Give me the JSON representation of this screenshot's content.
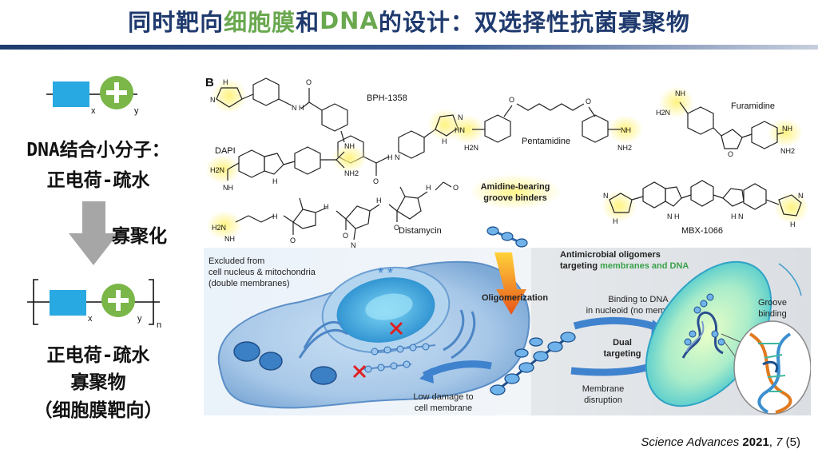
{
  "slide": {
    "title_pre": "同时靶向",
    "title_hl1": "细胞膜",
    "title_mid": "和",
    "title_hl2": "DNA",
    "title_post": "的设计：双选择性抗菌寡聚物"
  },
  "left": {
    "subscript_x": "x",
    "subscript_y": "y",
    "subscript_n": "n",
    "line1": "DNA结合小分子：",
    "line2": "正电荷-疏水",
    "arrow_label": "寡聚化",
    "line3": "正电荷-疏水",
    "line4": "寡聚物",
    "line5": "（细胞膜靶向）"
  },
  "figure": {
    "panel_label": "B",
    "compounds": {
      "bph": "BPH-1358",
      "pentamidine": "Pentamidine",
      "furamidine": "Furamidine",
      "dapi": "DAPI",
      "distamycin": "Distamycin",
      "mbx": "MBX-1066"
    },
    "atoms": {
      "h": "H",
      "hn": "HN",
      "nh": "NH",
      "nh2": "NH2",
      "h2n": "H2N",
      "n": "N",
      "o": "O",
      "n_h": "N H",
      "h_n": "H N"
    },
    "groove_binders": [
      "Amidine-bearing",
      "groove binders"
    ],
    "oligomerization": "Oligomerization",
    "excluded": [
      "Excluded from",
      "cell nucleus & mitochondria",
      "(double membranes)"
    ],
    "antimicrobial": {
      "line1": "Antimicrobial oligomers",
      "line2_pre": "targeting ",
      "line2_hl": "membranes and DNA"
    },
    "binding": [
      "Binding to DNA",
      "in nucleoid (no membrane)"
    ],
    "dual": [
      "Dual",
      "targeting"
    ],
    "groove": [
      "Groove",
      "binding"
    ],
    "low_damage": [
      "Low damage to",
      "cell membrane"
    ],
    "membrane": [
      "Membrane",
      "disruption"
    ],
    "asterisks": "* *"
  },
  "citation": {
    "journal": "Science Advances",
    "year": "2021",
    "vol": "7",
    "issue": "(5)"
  }
}
